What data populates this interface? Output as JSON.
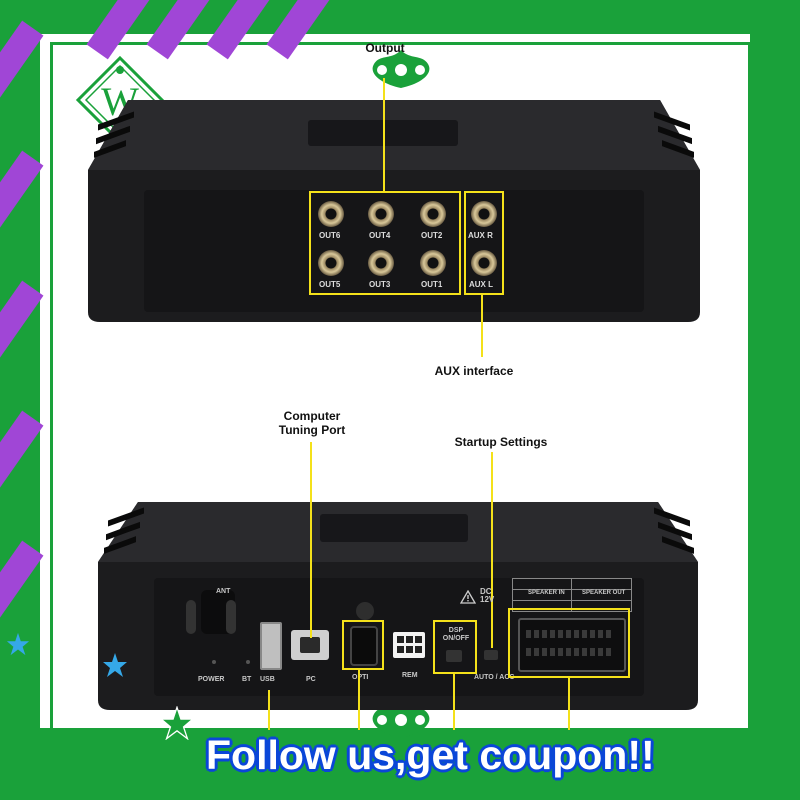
{
  "watermark": {
    "letter": "W"
  },
  "top_panel": {
    "output_label": "Output",
    "aux_label": "AUX interface",
    "ports": [
      "OUT6",
      "OUT4",
      "OUT2",
      "OUT5",
      "OUT3",
      "OUT1"
    ],
    "aux_ports": [
      "AUX R",
      "AUX L"
    ]
  },
  "bottom_panel": {
    "computer_label": "Computer Tuning Port",
    "startup_label": "Startup Settings",
    "ant": "ANT",
    "power": "POWER",
    "bt": "BT",
    "usb": "USB",
    "pc": "PC",
    "opti": "OPTI",
    "rem": "REM",
    "dsp": "DSP ON/OFF",
    "auto": "AUTO / ACC",
    "dc": "DC 12V",
    "speaker_in": "SPEAKER IN",
    "speaker_out": "SPEAKER OUT"
  },
  "banner": {
    "text": "Follow us,get coupon!!"
  },
  "colors": {
    "frame": "#1aa13a",
    "stripe": "#a046d6",
    "callout": "#f4e11a",
    "device": "#1c1c1e",
    "banner_outline": "#0a46d8"
  }
}
